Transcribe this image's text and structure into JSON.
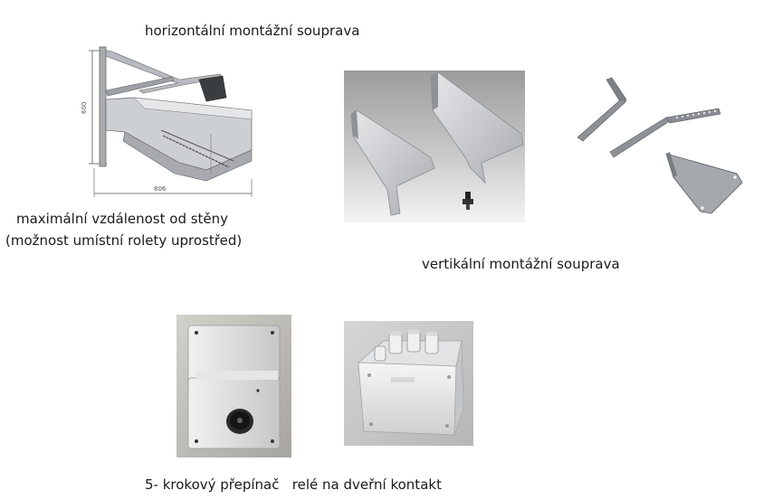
{
  "captions": {
    "horizontal_kit": "horizontální montážní souprava",
    "max_distance_line1": "maximální vzdálenost od stěny",
    "max_distance_line2": "(možnost umístní rolety uprostřed)",
    "vertical_kit": "vertikální montážní souprava",
    "switch_and_relay": "5- krokový přepínač   relé na dveřní kontakt"
  },
  "dimensions": {
    "height_label": "600",
    "width_label": "806"
  },
  "colors": {
    "metal_light": "#cfd1d3",
    "metal_mid": "#9a9ea3",
    "metal_dark": "#55595e",
    "photo_bg_gray": "#b9b9b9",
    "enclosure_white": "#ededee"
  },
  "icons": {
    "horizontal_kit_drawing": "wall-bracket-drawing",
    "vertical_kit_photo": "side-plates-photo",
    "vertical_kit_brackets": "angled-brackets-render",
    "step_switch_photo": "5-step-switch-photo",
    "relay_box_photo": "relay-junction-box-photo"
  }
}
